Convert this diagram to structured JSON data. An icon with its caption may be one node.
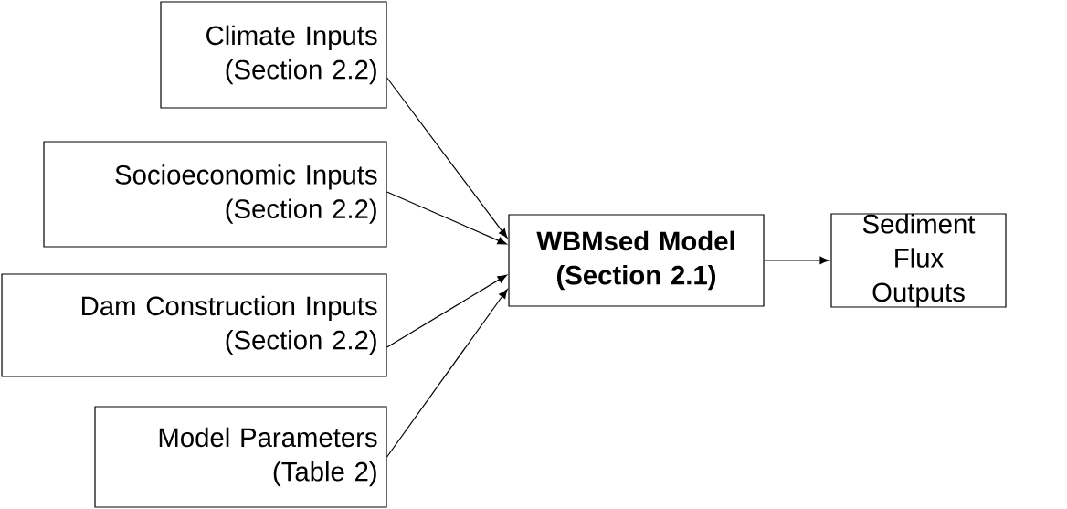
{
  "diagram": {
    "nodes": [
      {
        "text": [
          "Climate Inputs",
          "(Section 2.2)"
        ]
      },
      {
        "text": [
          "Socioeconomic Inputs",
          "(Section 2.2)"
        ]
      },
      {
        "text": [
          "Dam Construction Inputs",
          "(Section 2.2)"
        ]
      },
      {
        "text": [
          "Model Parameters",
          "(Table 2)"
        ]
      },
      {
        "text": [
          "WBMsed Model",
          "(Section 2.1)"
        ]
      },
      {
        "text": [
          "Sediment Flux",
          "Outputs"
        ]
      }
    ],
    "edges": [
      {
        "from": 0,
        "to": 4,
        "arrow": "to"
      },
      {
        "from": 1,
        "to": 4,
        "arrow": "to"
      },
      {
        "from": 2,
        "to": 4,
        "arrow": "to"
      },
      {
        "from": 3,
        "to": 4,
        "arrow": "to"
      },
      {
        "from": 4,
        "to": 5,
        "arrow": "to"
      }
    ]
  }
}
